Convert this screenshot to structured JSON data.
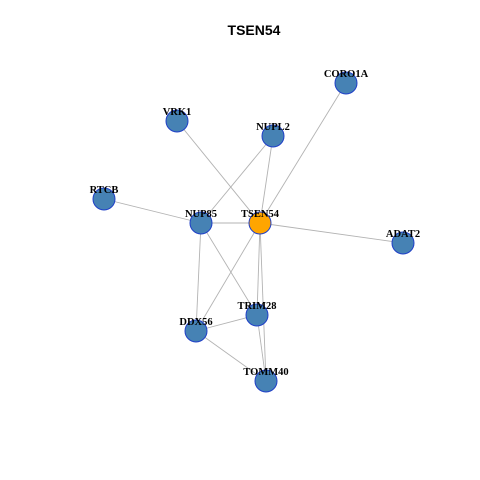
{
  "title": "TSEN54",
  "colors": {
    "node_fill": "#4682b4",
    "node_stroke": "#1f3fc8",
    "hub_fill": "#ffa500",
    "hub_stroke": "#1f3fc8",
    "edge": "#b3b3b3"
  },
  "nodes": [
    {
      "id": "CORO1A",
      "label": "CORO1A"
    },
    {
      "id": "VRK1",
      "label": "VRK1"
    },
    {
      "id": "NUPL2",
      "label": "NUPL2"
    },
    {
      "id": "RTCB",
      "label": "RTCB"
    },
    {
      "id": "NUP85",
      "label": "NUP85"
    },
    {
      "id": "TSEN54",
      "label": "TSEN54",
      "hub": true
    },
    {
      "id": "ADAT2",
      "label": "ADAT2"
    },
    {
      "id": "TRIM28",
      "label": "TRIM28"
    },
    {
      "id": "DDX56",
      "label": "DDX56"
    },
    {
      "id": "TOMM40",
      "label": "TOMM40"
    }
  ],
  "edges": [
    [
      "TSEN54",
      "CORO1A"
    ],
    [
      "TSEN54",
      "NUPL2"
    ],
    [
      "TSEN54",
      "NUP85"
    ],
    [
      "TSEN54",
      "ADAT2"
    ],
    [
      "TSEN54",
      "TRIM28"
    ],
    [
      "TSEN54",
      "DDX56"
    ],
    [
      "TSEN54",
      "TOMM40"
    ],
    [
      "TSEN54",
      "VRK1"
    ],
    [
      "NUP85",
      "RTCB"
    ],
    [
      "NUP85",
      "NUPL2"
    ],
    [
      "NUP85",
      "DDX56"
    ],
    [
      "NUP85",
      "TRIM28"
    ],
    [
      "DDX56",
      "TRIM28"
    ],
    [
      "DDX56",
      "TOMM40"
    ],
    [
      "TRIM28",
      "TOMM40"
    ]
  ]
}
